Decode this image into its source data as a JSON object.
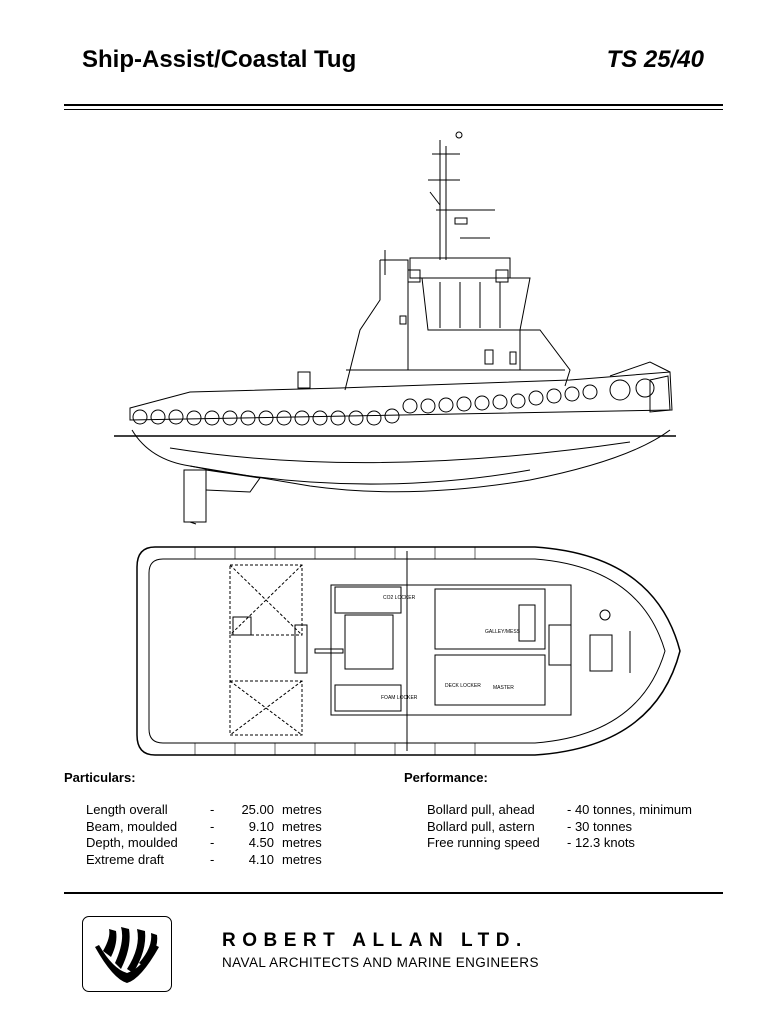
{
  "header": {
    "title": "Ship-Assist/Coastal Tug",
    "code": "TS 25/40"
  },
  "drawing": {
    "labels": {
      "co2_locker": "CO2 LOCKER",
      "foam_locker": "FOAM LOCKER",
      "galley_mess": "GALLEY/MESS",
      "deck_locker": "DECK LOCKER",
      "master": "MASTER"
    }
  },
  "particulars": {
    "heading": "Particulars:",
    "rows": [
      {
        "label": "Length overall",
        "dash": "-",
        "value": "25.00",
        "unit": "metres"
      },
      {
        "label": "Beam, moulded",
        "dash": "-",
        "value": "9.10",
        "unit": "metres"
      },
      {
        "label": "Depth, moulded",
        "dash": "-",
        "value": "4.50",
        "unit": "metres"
      },
      {
        "label": "Extreme draft",
        "dash": "-",
        "value": "4.10",
        "unit": "metres"
      }
    ]
  },
  "performance": {
    "heading": "Performance:",
    "rows": [
      {
        "label": "Bollard pull, ahead",
        "value": "- 40 tonnes, minimum"
      },
      {
        "label": "Bollard pull, astern",
        "value": "- 30 tonnes"
      },
      {
        "label": "Free running speed",
        "value": "- 12.3 knots"
      }
    ]
  },
  "footer": {
    "company": "ROBERT ALLAN LTD.",
    "tagline": "NAVAL ARCHITECTS AND MARINE ENGINEERS"
  }
}
